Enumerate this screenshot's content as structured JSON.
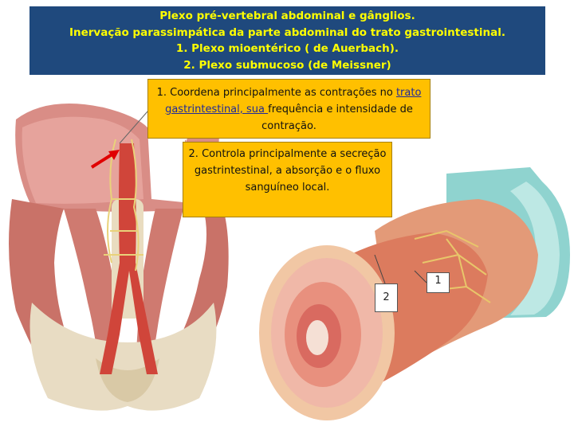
{
  "title": {
    "line1": "Plexo pré-vertebral abdominal e gânglios.",
    "line2": "Inervação parassimpática da parte abdominal do trato gastrointestinal.",
    "line3": "1. Plexo mioentérico ( de Auerbach).",
    "line4": "2. Plexo submucoso (de Meissner)"
  },
  "callout1": {
    "part1": "1. Coordena principalmente as contrações no ",
    "link": "trato gastrintestinal, sua ",
    "part2": "frequência e intensidade de contração."
  },
  "callout2": {
    "text": "2. Controla principalmente a secreção gastrintestinal, a absorção e o fluxo sanguíneo local."
  },
  "labels": {
    "one": "1",
    "two": "2"
  },
  "colors": {
    "title_bg": "#1f497d",
    "title_text": "#ffff00",
    "callout_bg": "#ffc000",
    "arrow": "#e00000"
  }
}
